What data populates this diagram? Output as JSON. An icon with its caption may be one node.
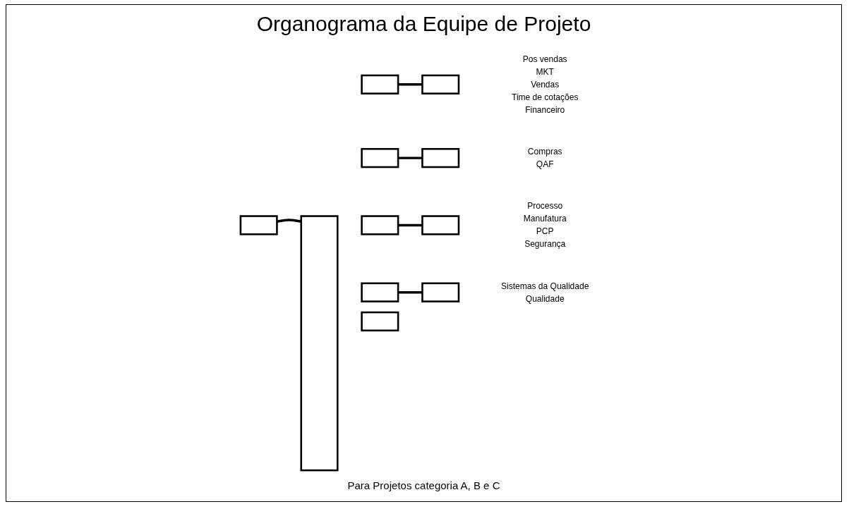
{
  "diagram": {
    "title": "Organograma da Equipe de Projeto",
    "caption": "Para Projetos categoria A, B e C",
    "nodes": [
      {
        "text": [],
        "shape": "box"
      },
      {
        "text": [],
        "shape": "bar"
      },
      {
        "text": [],
        "shape": "box"
      },
      {
        "text": [],
        "shape": "box"
      },
      {
        "text": [],
        "shape": "box"
      },
      {
        "text": [],
        "shape": "box"
      },
      {
        "text": [],
        "shape": "box"
      },
      {
        "text": [],
        "shape": "box",
        "beside": [
          "Pos vendas",
          "MKT",
          "Vendas",
          "Time de cotações",
          "Financeiro"
        ]
      },
      {
        "text": [],
        "shape": "box",
        "beside": [
          "Compras",
          "QAF"
        ]
      },
      {
        "text": [],
        "shape": "box",
        "beside": [
          "Processo",
          "Manufatura",
          "PCP",
          "Segurança"
        ]
      },
      {
        "text": [],
        "shape": "box",
        "beside": [
          "Sistemas da Qualidade",
          "Qualidade"
        ]
      }
    ],
    "edges": [
      {
        "from": 0,
        "to": 1,
        "arrow": "none"
      },
      {
        "from": 2,
        "to": 7,
        "arrow": "none"
      },
      {
        "from": 3,
        "to": 8,
        "arrow": "none"
      },
      {
        "from": 4,
        "to": 9,
        "arrow": "none"
      },
      {
        "from": 5,
        "to": 10,
        "arrow": "none"
      }
    ]
  }
}
